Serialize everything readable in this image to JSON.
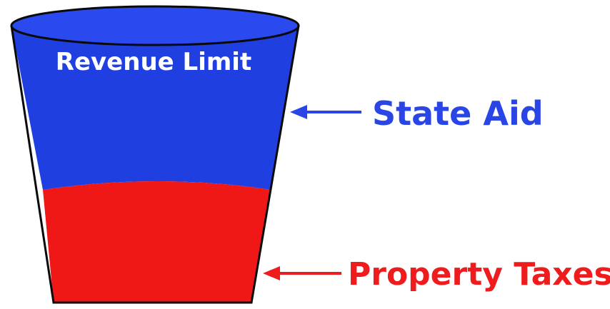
{
  "bucket": {
    "label": "Revenue Limit",
    "upper_color": "#1f3fe0",
    "lower_color": "#f01717",
    "outline_color": "#0a0a0a",
    "rim_color": "#2a4af0",
    "label_color": "#ffffff"
  },
  "annotations": {
    "state_aid": {
      "label": "State Aid",
      "color": "#2a45e6"
    },
    "property_taxes": {
      "label": "Property Taxes",
      "color": "#ee1c1c"
    }
  }
}
